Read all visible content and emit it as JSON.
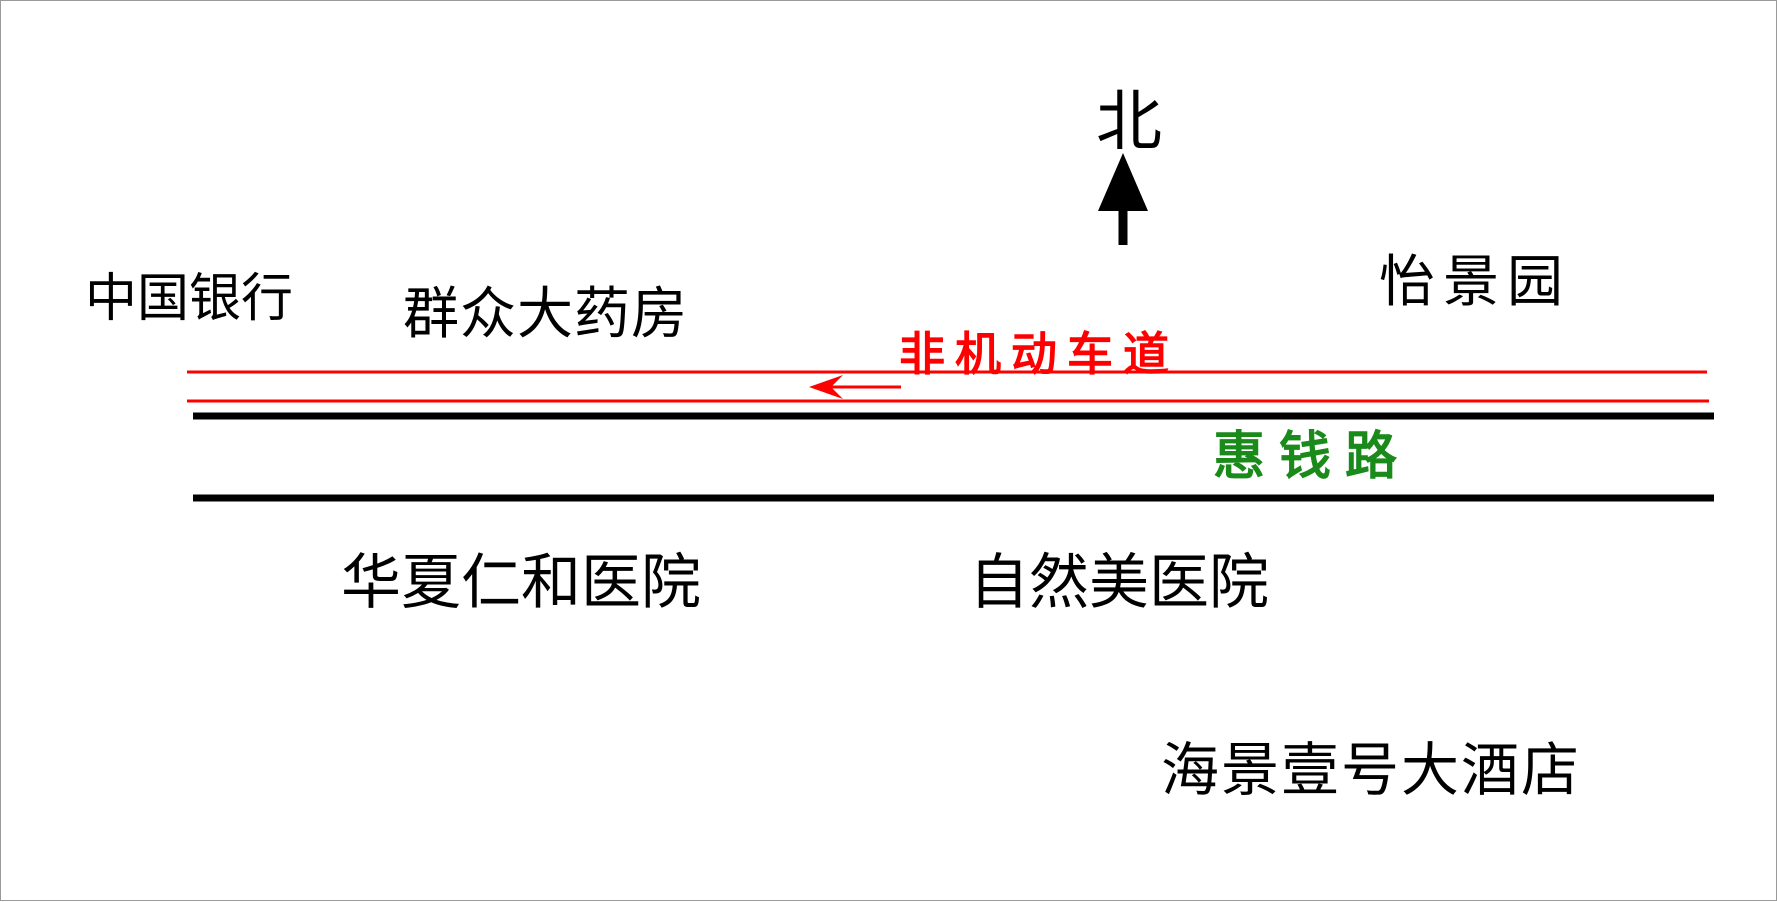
{
  "map": {
    "north": {
      "label": "北",
      "icon": "north-arrow-icon",
      "color": "#000000"
    },
    "roads": {
      "main_road": {
        "label": "惠钱路",
        "color": "#1a8a1a",
        "edge_color": "#000000"
      },
      "bike_lane": {
        "label": "非机动车道",
        "color": "#ff0000",
        "icon": "direction-arrow-left-icon"
      }
    },
    "places": {
      "bank": "中国银行",
      "pharmacy": "群众大药房",
      "residence": "怡景园",
      "hospital_huaxia": "华夏仁和医院",
      "hospital_ziran": "自然美医院",
      "hotel": "海景壹号大酒店"
    }
  }
}
